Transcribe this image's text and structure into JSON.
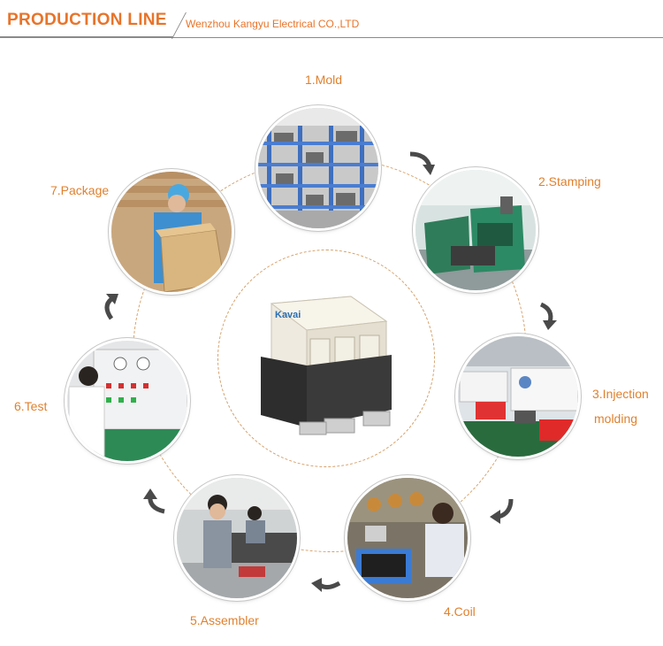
{
  "header": {
    "title": "PRODUCTION LINE",
    "subtitle": "Wenzhou Kangyu Electrical CO.,LTD"
  },
  "center": {
    "brand": "Kavai"
  },
  "steps": [
    {
      "label": "1.Mold"
    },
    {
      "label": "2.Stamping"
    },
    {
      "label": "3.Injection"
    },
    {
      "label": "molding"
    },
    {
      "label": "4.Coil"
    },
    {
      "label": "5.Assembler"
    },
    {
      "label": "6.Test"
    },
    {
      "label": "7.Package"
    }
  ],
  "colors": {
    "accent": "#e8742a",
    "ring": "#d6a06a",
    "arrow": "#4a4a4a"
  }
}
